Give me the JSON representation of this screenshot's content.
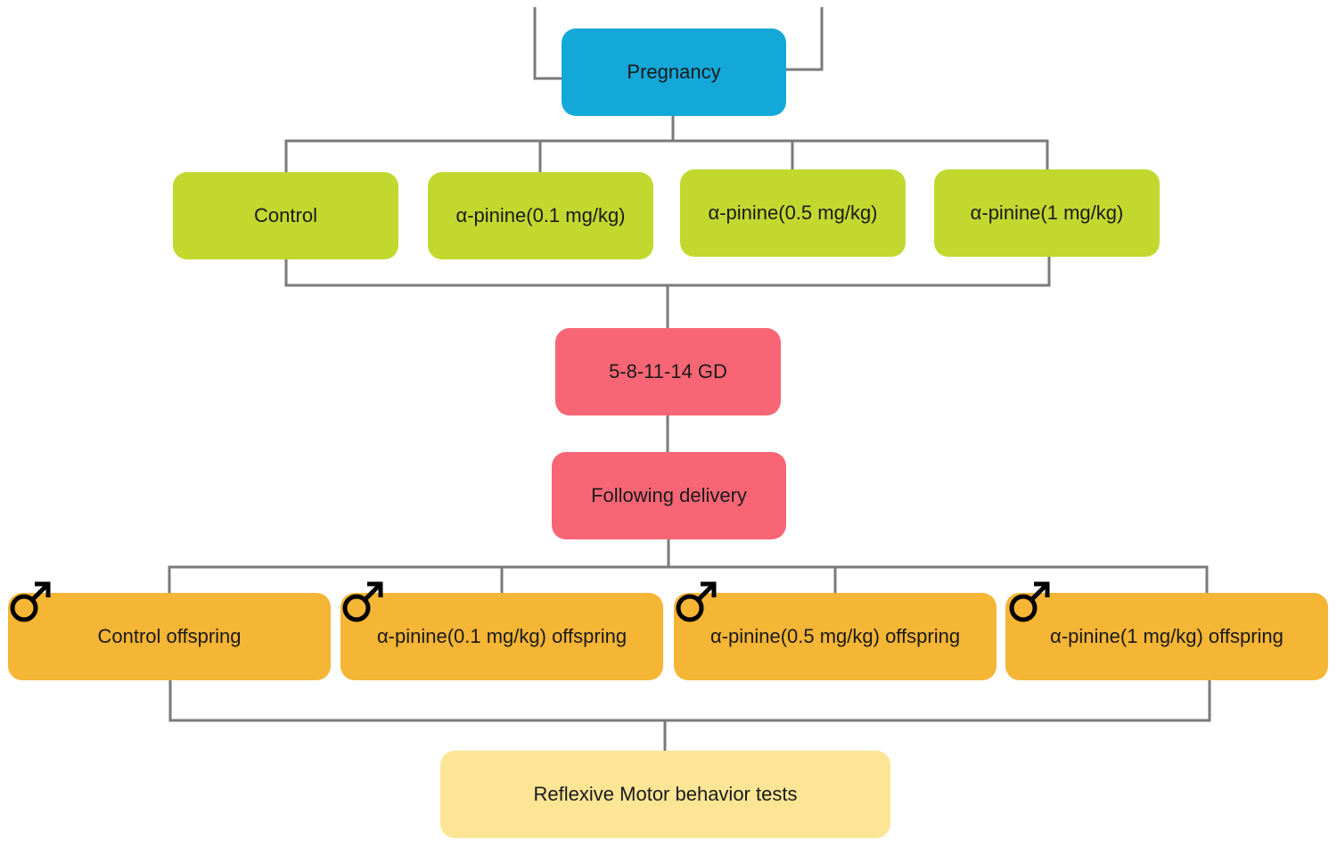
{
  "diagram": {
    "root": {
      "label": "Pregnancy",
      "color": "#14a8d9"
    },
    "groups": [
      {
        "label": "Control",
        "color": "#c2d82f"
      },
      {
        "label": "α-pinine(0.1 mg/kg)",
        "color": "#c2d82f"
      },
      {
        "label": "α-pinine(0.5 mg/kg)",
        "color": "#c2d82f"
      },
      {
        "label": "α-pinine(1 mg/kg)",
        "color": "#c2d82f"
      }
    ],
    "schedule": {
      "label": "5-8-11-14 GD",
      "color": "#f86676"
    },
    "delivery": {
      "label": "Following delivery",
      "color": "#f86676"
    },
    "offspring": [
      {
        "label": "Control offspring",
        "sex_icon": "male-symbol-icon",
        "color": "#f5b535"
      },
      {
        "label": "α-pinine(0.1 mg/kg) offspring",
        "sex_icon": "male-symbol-icon",
        "color": "#f5b535"
      },
      {
        "label": "α-pinine(0.5 mg/kg) offspring",
        "sex_icon": "male-symbol-icon",
        "color": "#f5b535"
      },
      {
        "label": "α-pinine(1 mg/kg) offspring",
        "sex_icon": "male-symbol-icon",
        "color": "#f5b535"
      }
    ],
    "outcome": {
      "label": "Reflexive Motor behavior tests",
      "color": "#fce695"
    },
    "connector_color": "#7a7a7a"
  }
}
